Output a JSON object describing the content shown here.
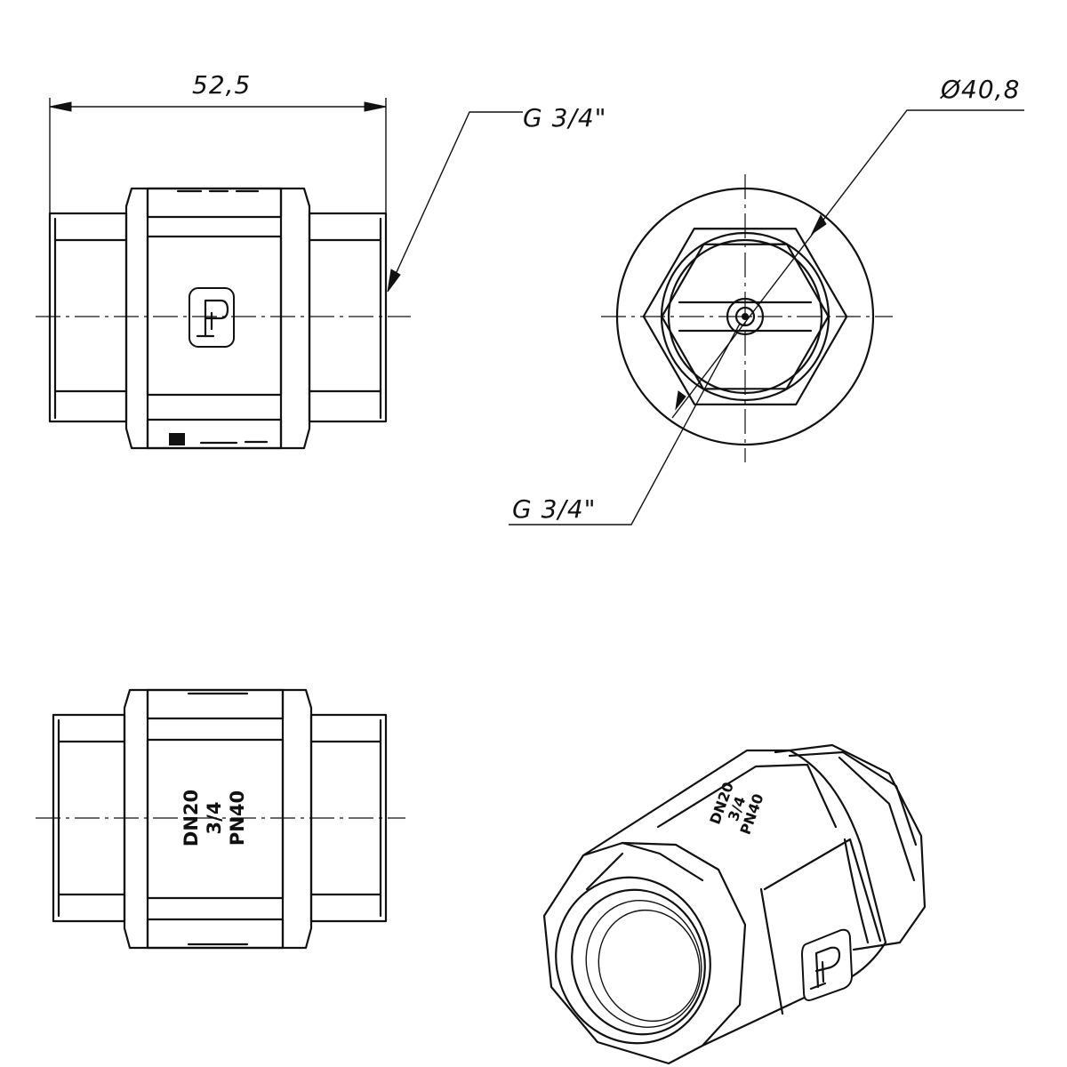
{
  "dimensions": {
    "length": "52,5",
    "thread_side": "G 3/4\"",
    "diameter": "Ø40,8",
    "thread_end": "G 3/4\""
  },
  "body_marking": {
    "line1": "DN20",
    "line2": "3/4",
    "line3": "PN40"
  },
  "logo": {
    "symbol": "manufacturer-logo"
  }
}
